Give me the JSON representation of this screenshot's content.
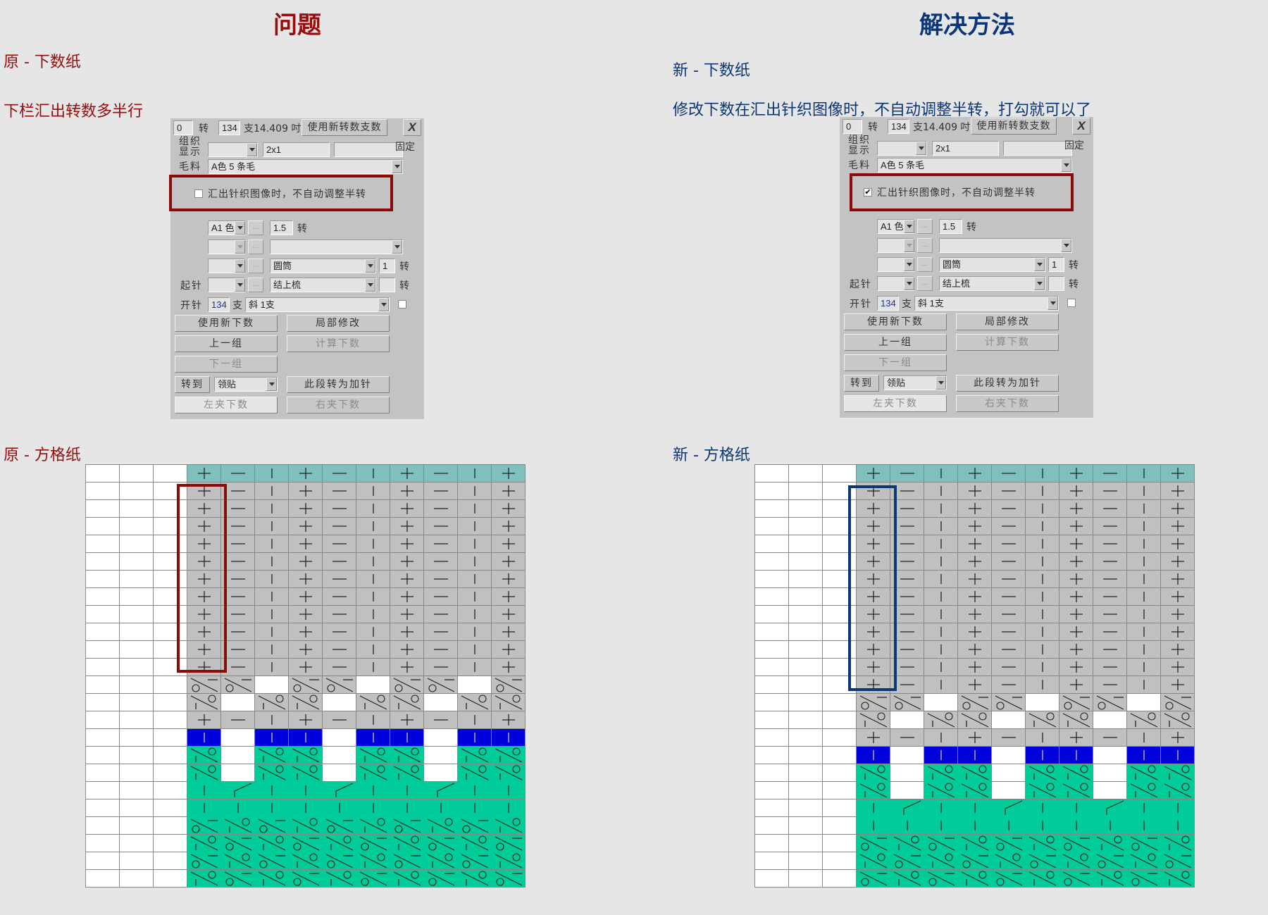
{
  "left": {
    "heading": "问题",
    "section1_label": "原 - 下数纸",
    "description": "下栏汇出转数多半行",
    "section2_label": "原 - 方格纸",
    "highlight_color": "#8b0a0a"
  },
  "right": {
    "heading": "解决方法",
    "section1_label": "新 - 下数纸",
    "description": "修改下数在汇出针织图像时，不自动调整半转，打勾就可以了",
    "section2_label": "新 - 方格纸",
    "highlight_color": "#0b3678"
  },
  "dialog": {
    "turns_value": "0",
    "turns_unit": "转",
    "needles_value": "134",
    "needles_info": "支14.409 吋",
    "use_new_turns_button": "使用新转数支数",
    "close_button": "X",
    "structure_label_1": "组织",
    "structure_label_2": "显示",
    "structure_value": "2x1",
    "fixed_label": "固定",
    "yarn_label": "毛料",
    "yarn_value": "A色 5 条毛",
    "no_adjust_checkbox_label": "汇出针织图像时，不自动调整半转",
    "color_select": "A1 色",
    "dots": "...",
    "color_turns": "1.5",
    "turn_unit": "转",
    "tube_value": "圆筒",
    "tube_turns": "1",
    "cast_on_label": "起针",
    "cast_on_value": "结上梳",
    "open_needle_label": "开针",
    "open_needle_value": "134",
    "open_needle_unit": "支",
    "slant_value": "斜 1支",
    "use_new_count_button": "使用新下数",
    "partial_edit_button": "局部修改",
    "prev_group_button": "上一组",
    "calc_count_button": "计算下数",
    "next_group_button": "下一组",
    "goto_button": "转到",
    "goto_select_value": "领贴",
    "convert_add_button": "此段转为加针",
    "left_clip_button": "左夹下数",
    "right_clip_button": "右夹下数"
  },
  "dialog_states": {
    "left_checked": false,
    "right_checked": true
  },
  "grid_legend": {
    "colors": {
      "teal": "#7fbfbf",
      "gray": "#c0c0c0",
      "blue": "#0000dd",
      "green": "#00cc99",
      "white": "#ffffff"
    },
    "symbols": {
      "P": "plus",
      "M": "minus",
      "I": "bar",
      "A": "o-slash-dash",
      "B": "slash-o-bar",
      "J": "bent-bar",
      "_": "empty"
    }
  },
  "grids": {
    "left": {
      "rows": [
        "teal:PMIPMIPMIP",
        "gray:PMIPMIPMIP",
        "gray:PMIPMIPMIP",
        "gray:PMIPMIPMIP",
        "gray:PMIPMIPMIP",
        "gray:PMIPMIPMIP",
        "gray:PMIPMIPMIP",
        "gray:PMIPMIPMIP",
        "gray:PMIPMIPMIP",
        "gray:PMIPMIPMIP",
        "gray:PMIPMIPMIP",
        "gray:PMIPMIPMIP",
        "gray:AA_AA_AA_A",
        "gray:B_BB_BB_BB",
        "gray:PMIPMIPMIP",
        "blue:I_II_II_II",
        "green:B_BB_BB_BB",
        "green:B_BB_BB_BB",
        "green:IJIIJIIJII",
        "green:IIIIIIIIII",
        "green:ABABABABAB",
        "green:BABABABABA",
        "green:ABABABABAB",
        "green:BABABABABA"
      ]
    },
    "right": {
      "rows": [
        "teal:PMIPMIPMIP",
        "gray:PMIPMIPMIP",
        "gray:PMIPMIPMIP",
        "gray:PMIPMIPMIP",
        "gray:PMIPMIPMIP",
        "gray:PMIPMIPMIP",
        "gray:PMIPMIPMIP",
        "gray:PMIPMIPMIP",
        "gray:PMIPMIPMIP",
        "gray:PMIPMIPMIP",
        "gray:PMIPMIPMIP",
        "gray:PMIPMIPMIP",
        "gray:PMIPMIPMIP",
        "gray:AA_AA_AA_A",
        "gray:B_BB_BB_BB",
        "gray:PMIPMIPMIP",
        "blue:I_II_II_II",
        "green:B_BB_BB_BB",
        "green:B_BB_BB_BB",
        "green:IJIIJIIJII",
        "green:IIIIIIIIII",
        "green:ABABABABAB",
        "green:BABABABABA",
        "green:ABABABABAB"
      ]
    }
  }
}
